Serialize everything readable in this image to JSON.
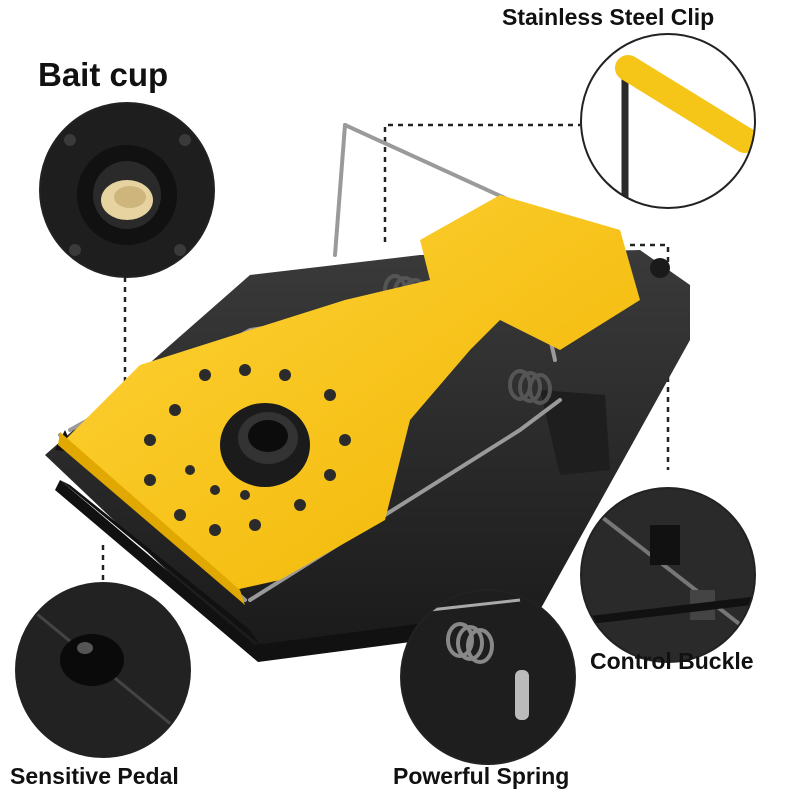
{
  "callouts": {
    "bait_cup": "Bait cup",
    "steel_clip": "Stainless Steel Clip",
    "control_buckle": "Control Buckle",
    "sensitive_pedal": "Sensitive Pedal",
    "powerful_spring": "Powerful Spring"
  },
  "colors": {
    "trap_body": "#2b2b2b",
    "pedal": "#f5c518",
    "steel": "#9a9a9a",
    "dashed_line": "#222222"
  },
  "subject": "mouse-trap-product-photo"
}
